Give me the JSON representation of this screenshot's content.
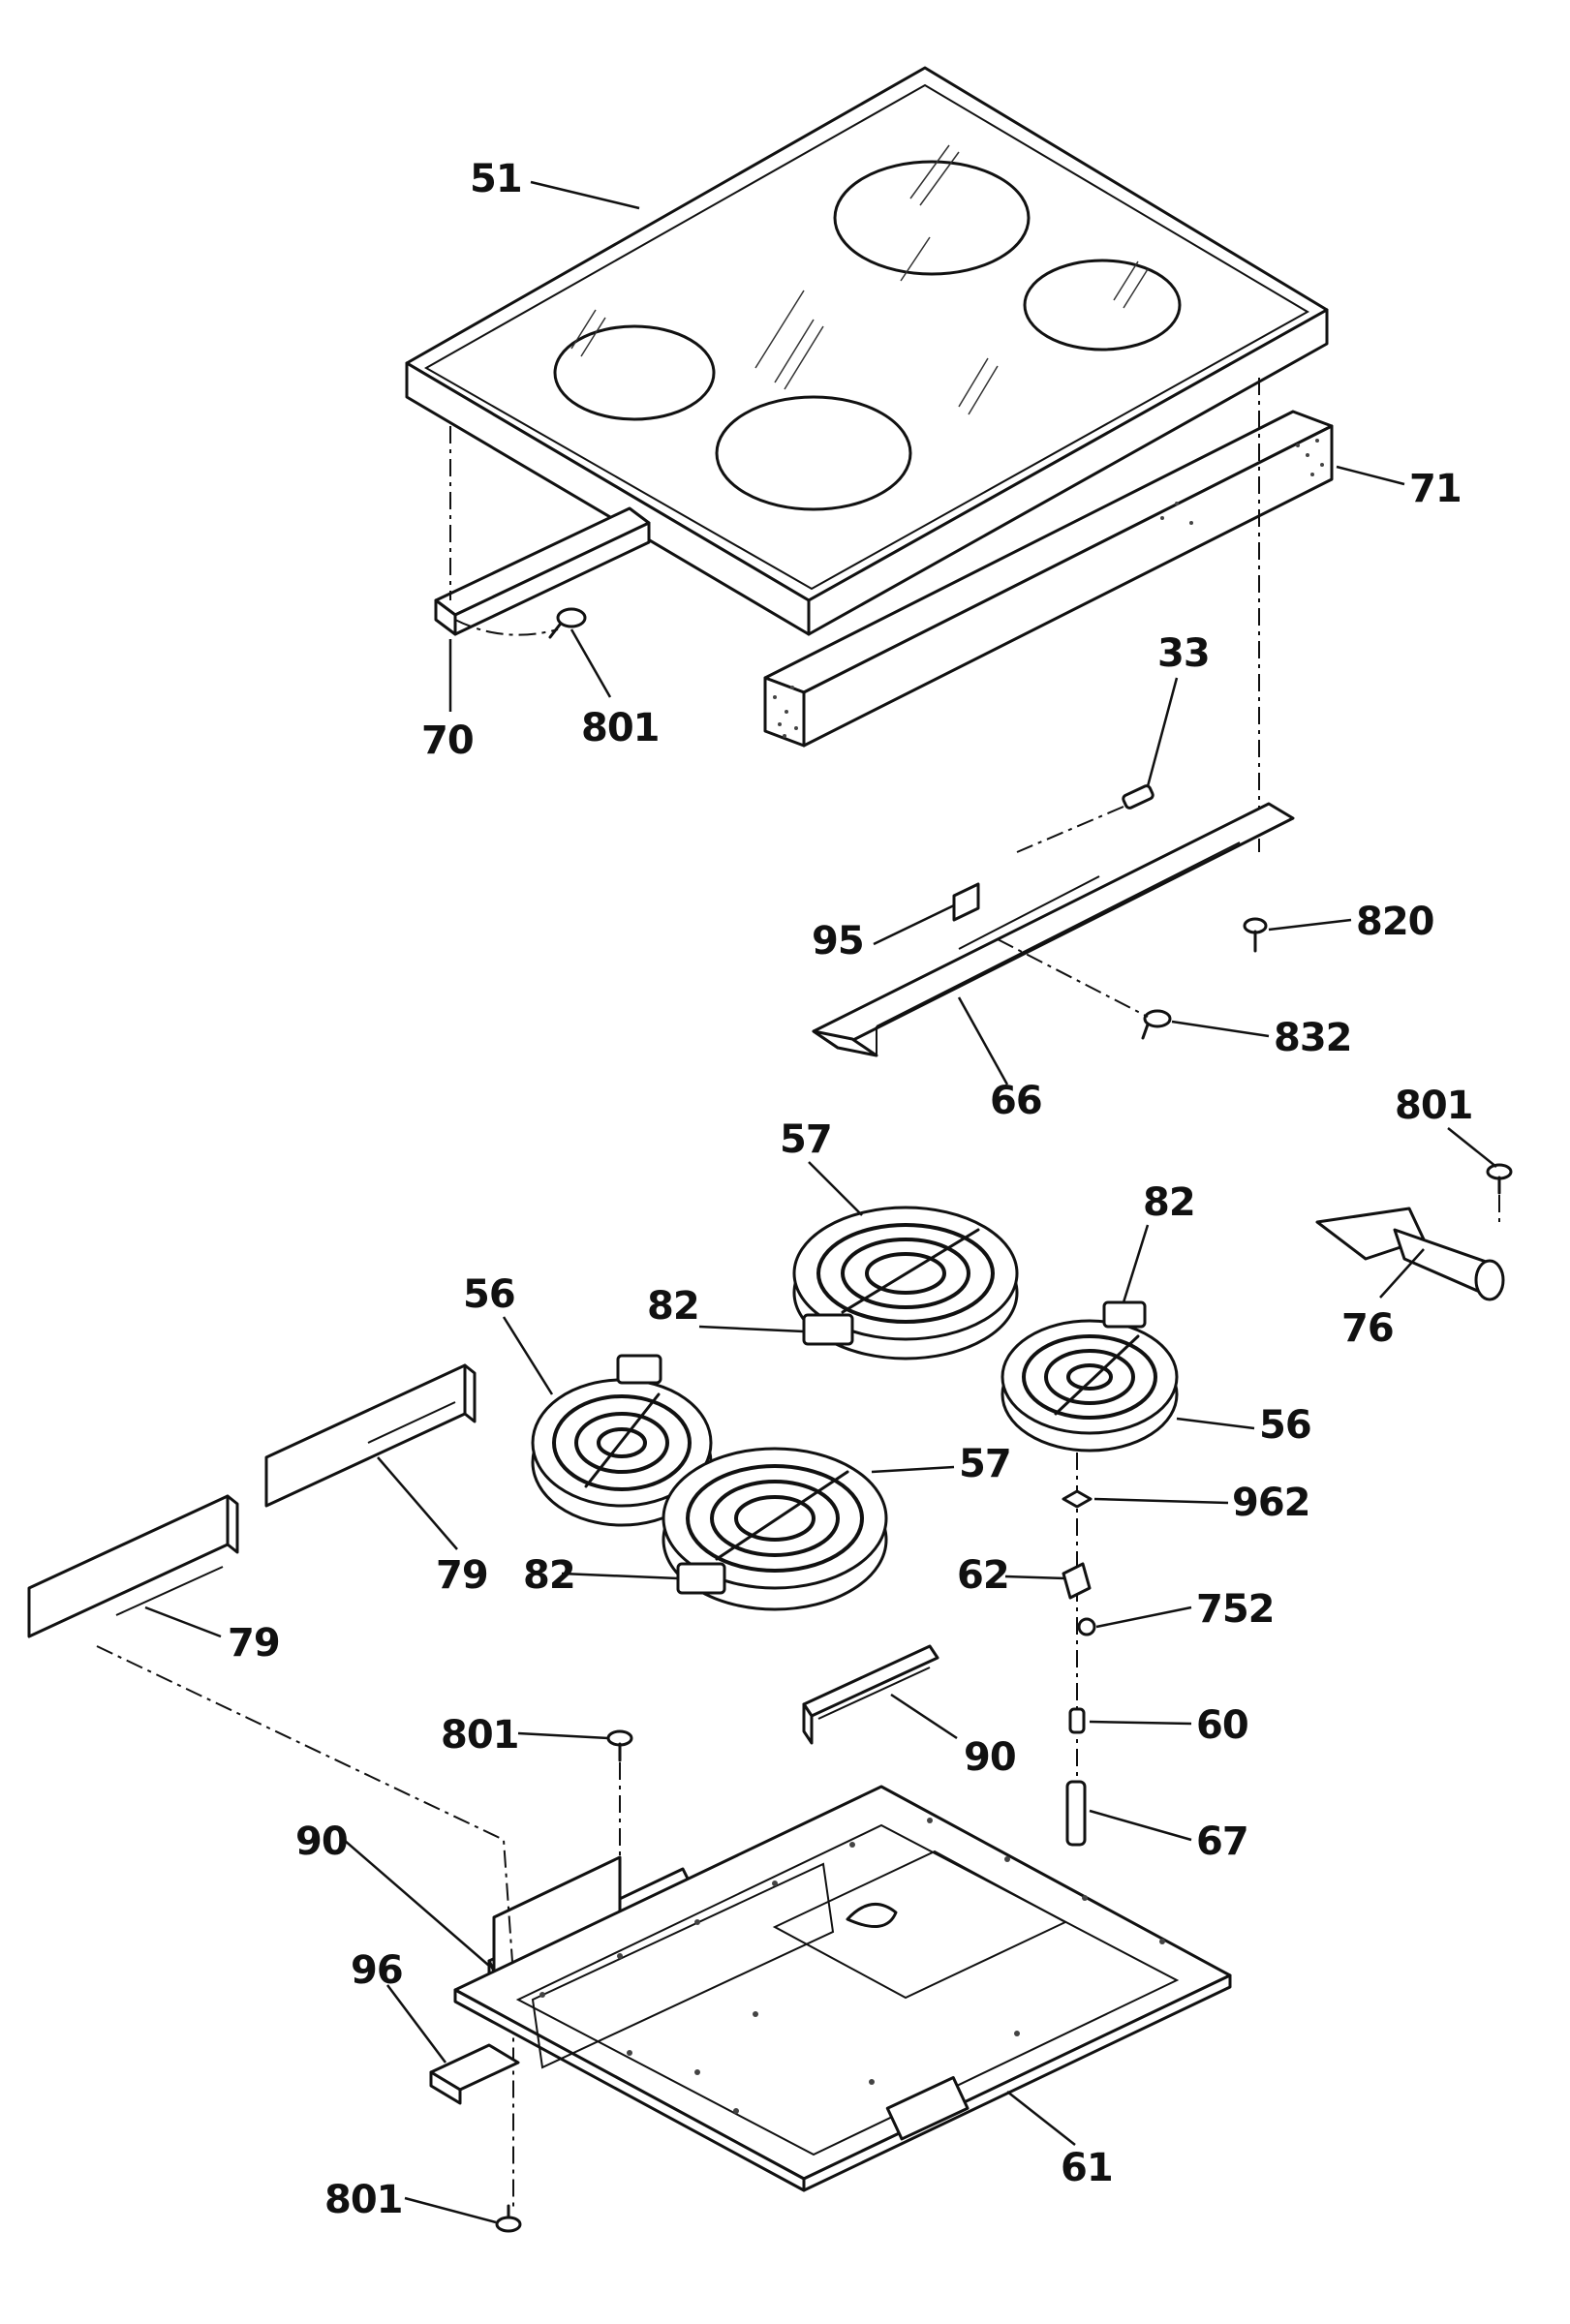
{
  "callouts": {
    "c51": "51",
    "c71": "71",
    "c70": "70",
    "c801_top": "801",
    "c33": "33",
    "c95": "95",
    "c820": "820",
    "c832": "832",
    "c66": "66",
    "c801_right": "801",
    "c76": "76",
    "c57_top": "57",
    "c82_top_right": "82",
    "c56_left": "56",
    "c82_mid": "82",
    "c56_right": "56",
    "c57_mid": "57",
    "c962": "962",
    "c79_upper": "79",
    "c79_lower": "79",
    "c82_low": "82",
    "c62": "62",
    "c752": "752",
    "c801_mid": "801",
    "c90_right": "90",
    "c60": "60",
    "c67": "67",
    "c90_left": "90",
    "c96": "96",
    "c61": "61",
    "c801_bottom": "801"
  }
}
